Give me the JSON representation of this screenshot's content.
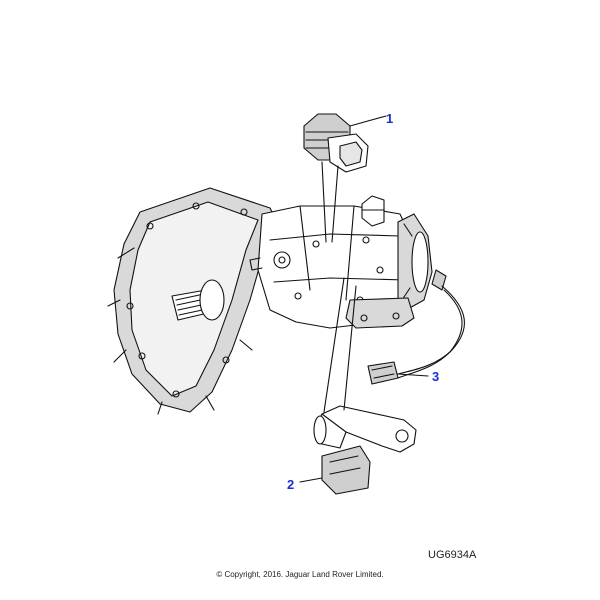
{
  "diagram": {
    "callouts": [
      {
        "label": "1",
        "part": "sensor-switch-top"
      },
      {
        "label": "2",
        "part": "speed-sensor-bracket"
      },
      {
        "label": "3",
        "part": "sensor-harness"
      }
    ],
    "reference_code": "UG6934A",
    "copyright": "© Copyright, 2016. Jaguar Land Rover Limited.",
    "colors": {
      "callout": "#1a2fcf",
      "line": "#111111",
      "shade": "#d9d9d9"
    }
  }
}
